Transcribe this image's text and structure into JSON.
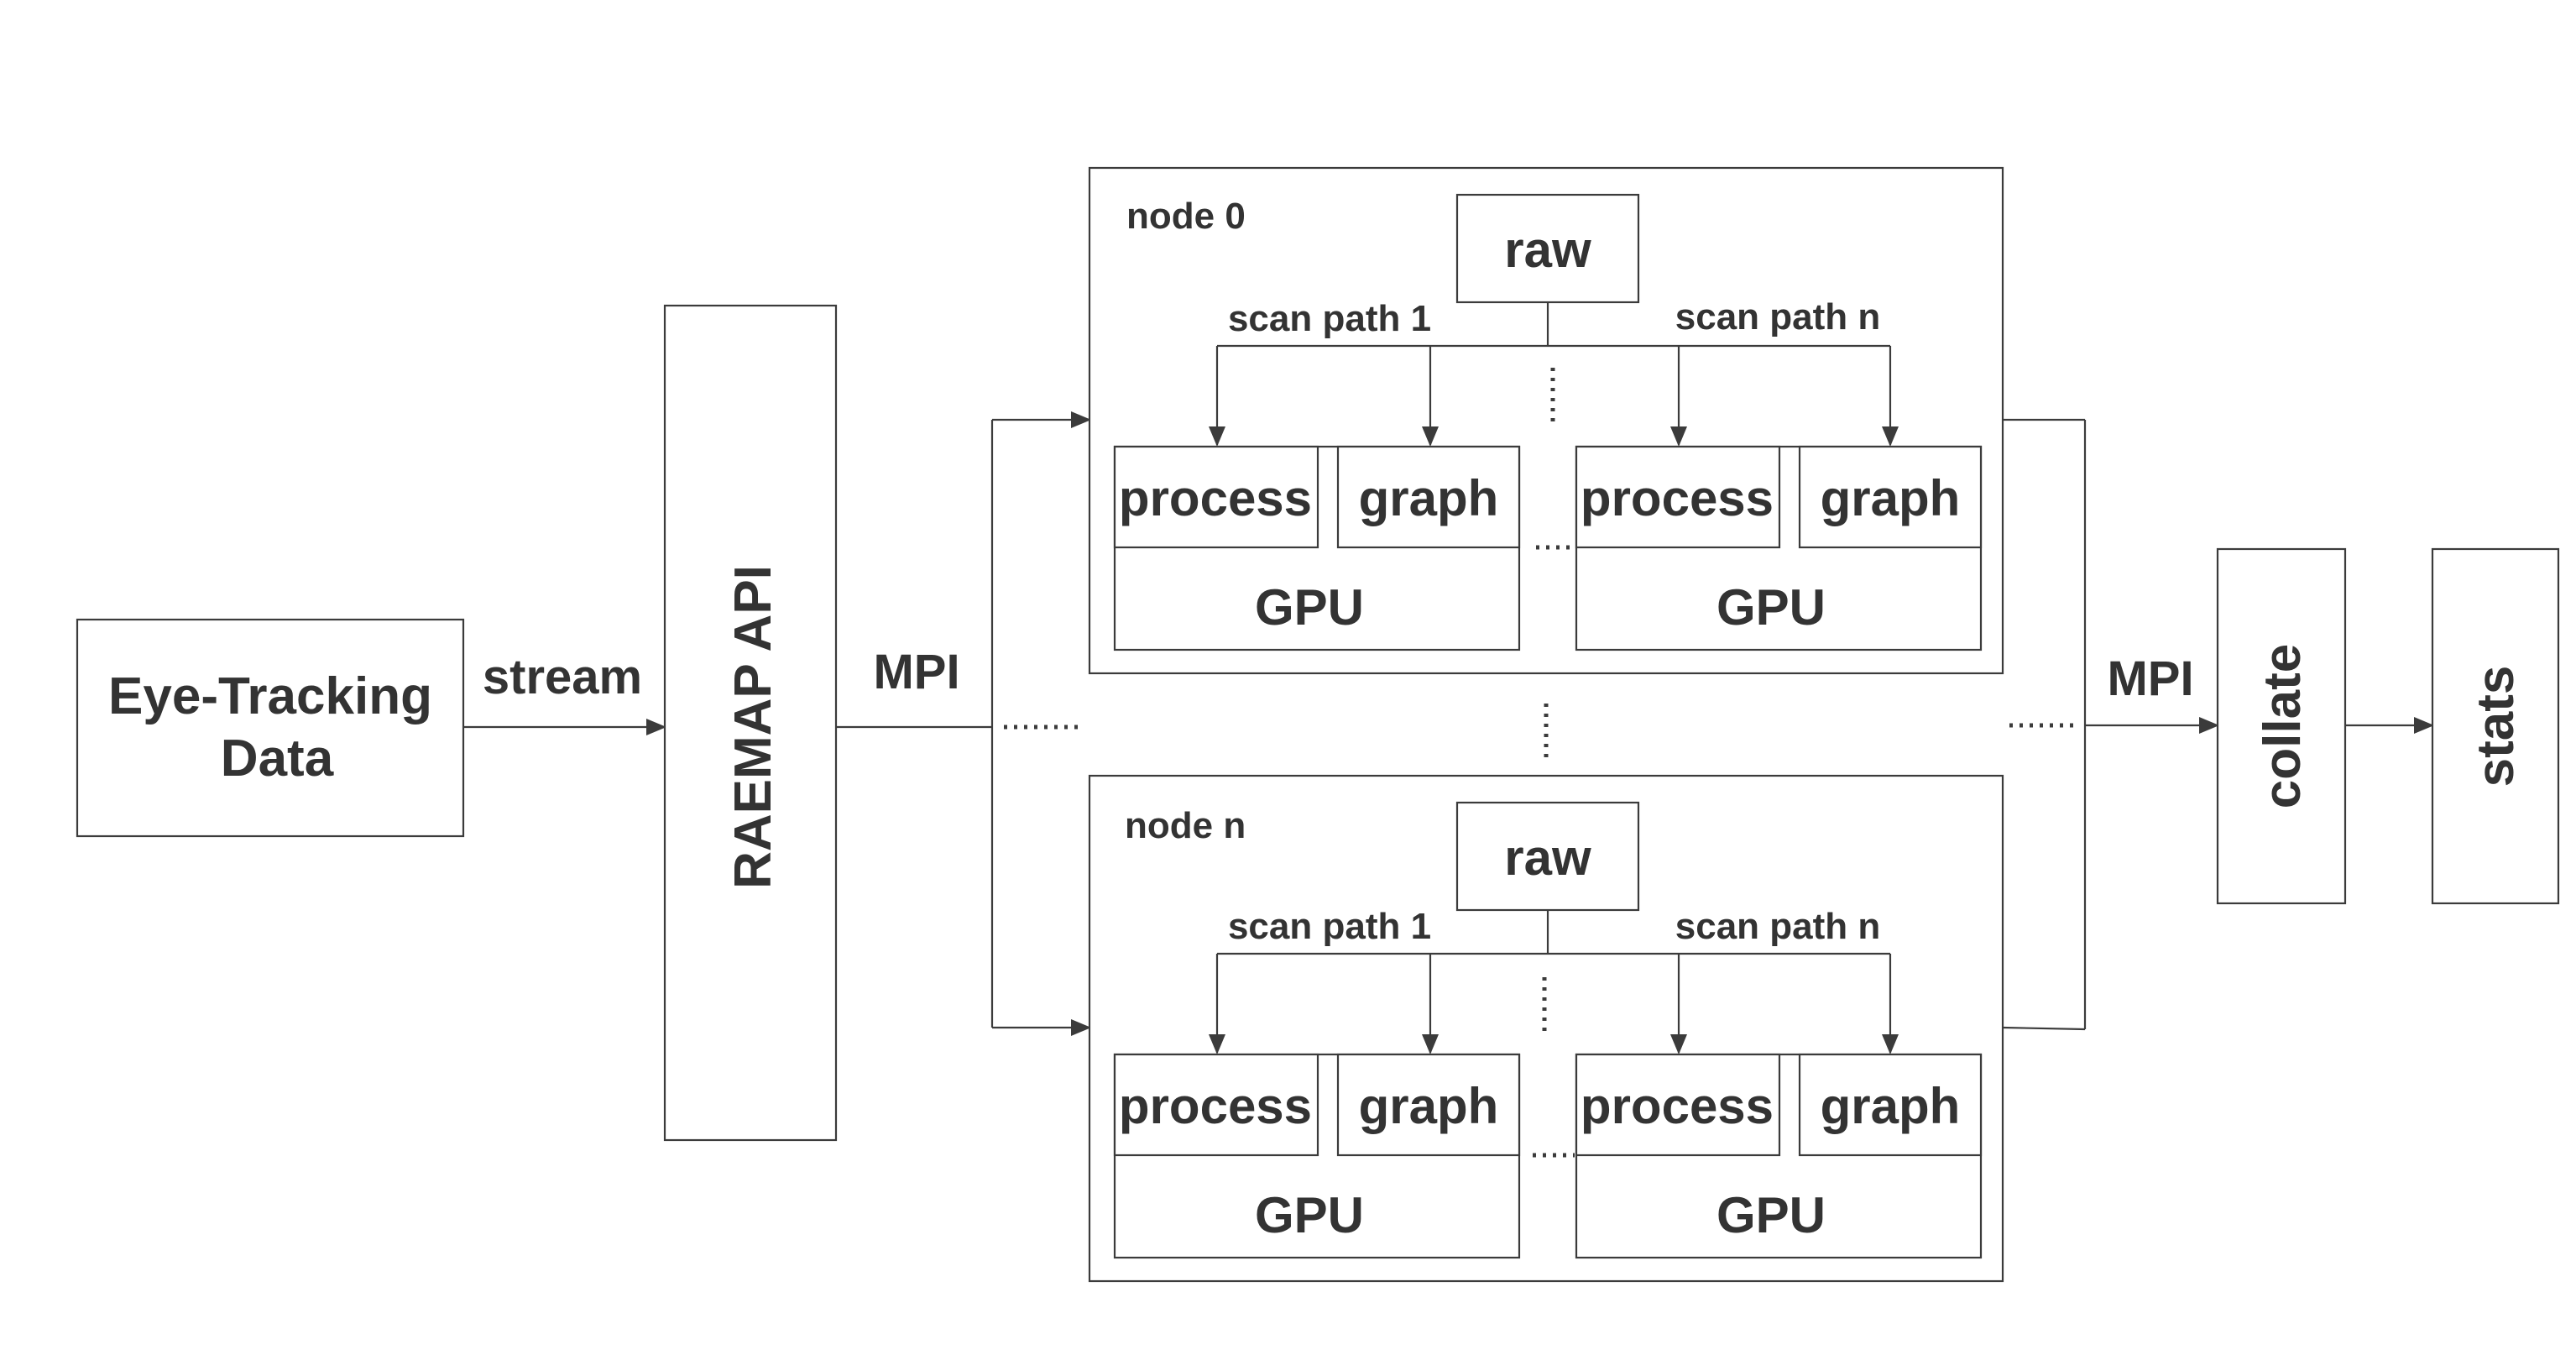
{
  "source": {
    "line1": "Eye-Tracking",
    "line2": "Data"
  },
  "labels": {
    "stream": "stream",
    "api": "RAEMAP API",
    "mpi_in": "MPI",
    "mpi_out": "MPI",
    "collate": "collate",
    "stats": "stats"
  },
  "nodes": [
    {
      "name": "node 0",
      "raw": "raw",
      "path_first": "scan path 1",
      "path_last": "scan path n",
      "units": [
        {
          "process": "process",
          "graph": "graph",
          "gpu": "GPU"
        },
        {
          "process": "process",
          "graph": "graph",
          "gpu": "GPU"
        }
      ]
    },
    {
      "name": "node n",
      "raw": "raw",
      "path_first": "scan path 1",
      "path_last": "scan path n",
      "units": [
        {
          "process": "process",
          "graph": "graph",
          "gpu": "GPU"
        },
        {
          "process": "process",
          "graph": "graph",
          "gpu": "GPU"
        }
      ]
    }
  ]
}
